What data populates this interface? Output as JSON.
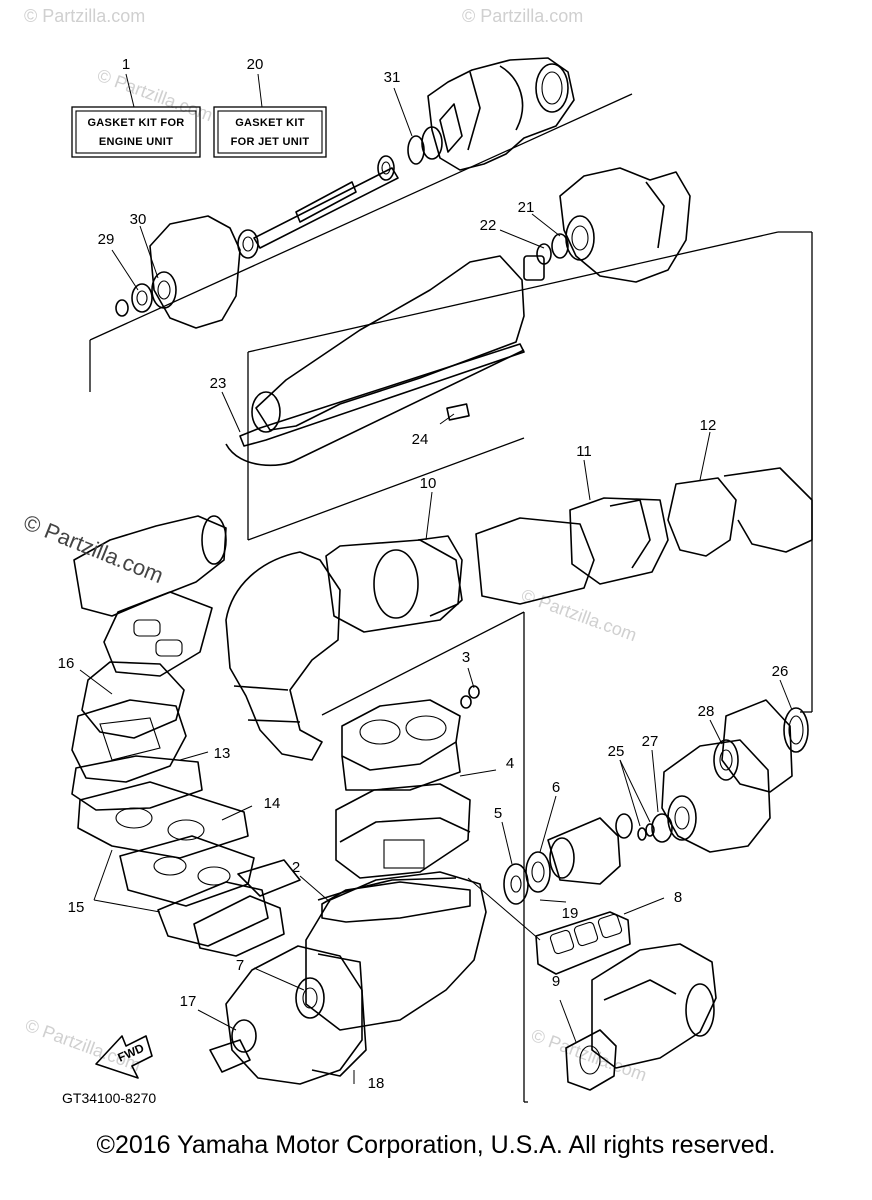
{
  "copyright": "©2016 Yamaha Motor Corporation, U.S.A. All rights reserved.",
  "diagram_code": "GT34100-8270",
  "fwd_label": "FWD",
  "watermark_main": "© Partzilla.com",
  "watermark_faint": "© Partzilla.com",
  "kit_boxes": {
    "engine": {
      "number": "1",
      "line1": "GASKET KIT FOR",
      "line2": "ENGINE UNIT"
    },
    "jet": {
      "number": "20",
      "line1": "GASKET KIT",
      "line2": "FOR JET UNIT"
    }
  },
  "callouts": {
    "c2": "2",
    "c3": "3",
    "c4": "4",
    "c5": "5",
    "c6": "6",
    "c7": "7",
    "c8": "8",
    "c9": "9",
    "c10": "10",
    "c11": "11",
    "c12": "12",
    "c13": "13",
    "c14": "14",
    "c15": "15",
    "c16": "16",
    "c17": "17",
    "c18": "18",
    "c19": "19",
    "c21": "21",
    "c22": "22",
    "c23": "23",
    "c24": "24",
    "c25": "25",
    "c26": "26",
    "c27": "27",
    "c28": "28",
    "c29": "29",
    "c30": "30",
    "c31": "31"
  }
}
